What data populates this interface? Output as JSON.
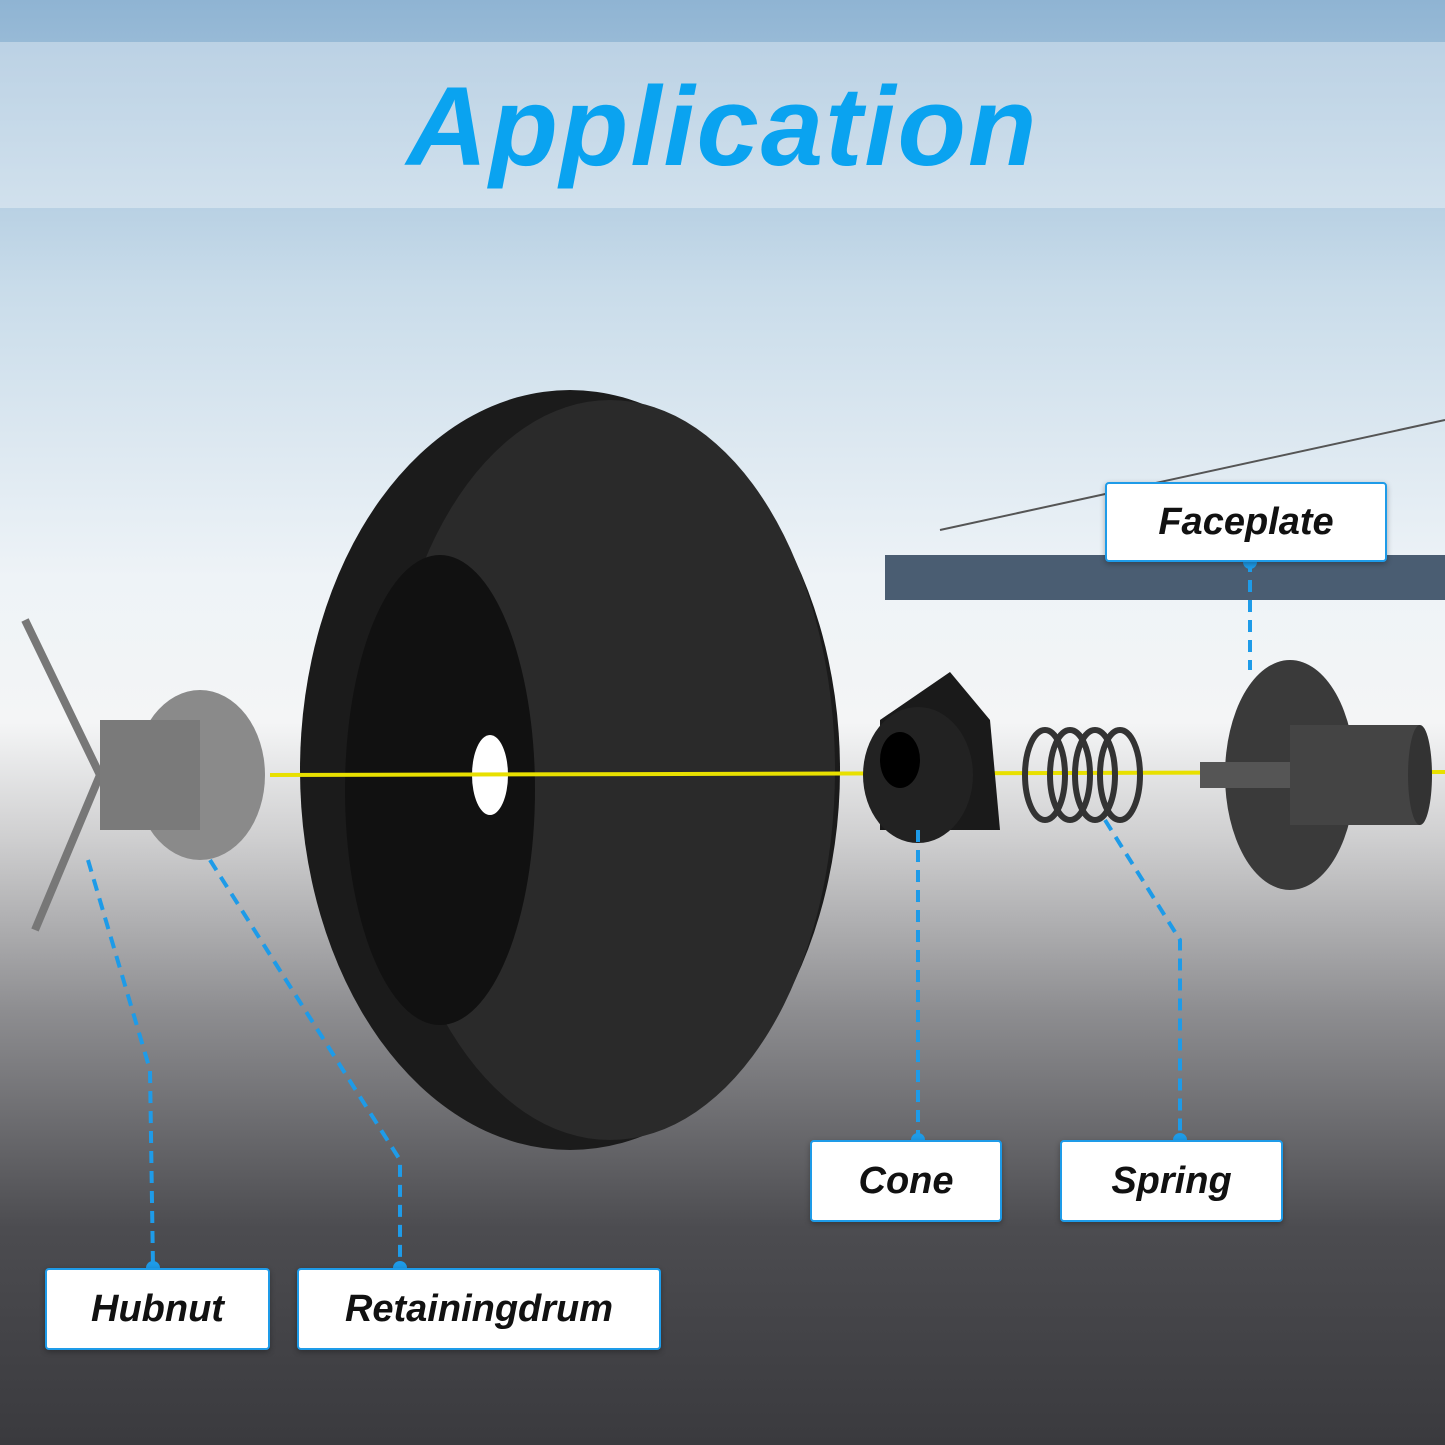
{
  "title": "Application",
  "labels": {
    "faceplate": "Faceplate",
    "cone": "Cone",
    "spring": "Spring",
    "hubnut": "Hubnut",
    "retainingdrum": "Retainingdrum"
  },
  "colors": {
    "accent": "#0aa3f0",
    "leader": "#1e9be8",
    "axis": "#e8e000"
  }
}
